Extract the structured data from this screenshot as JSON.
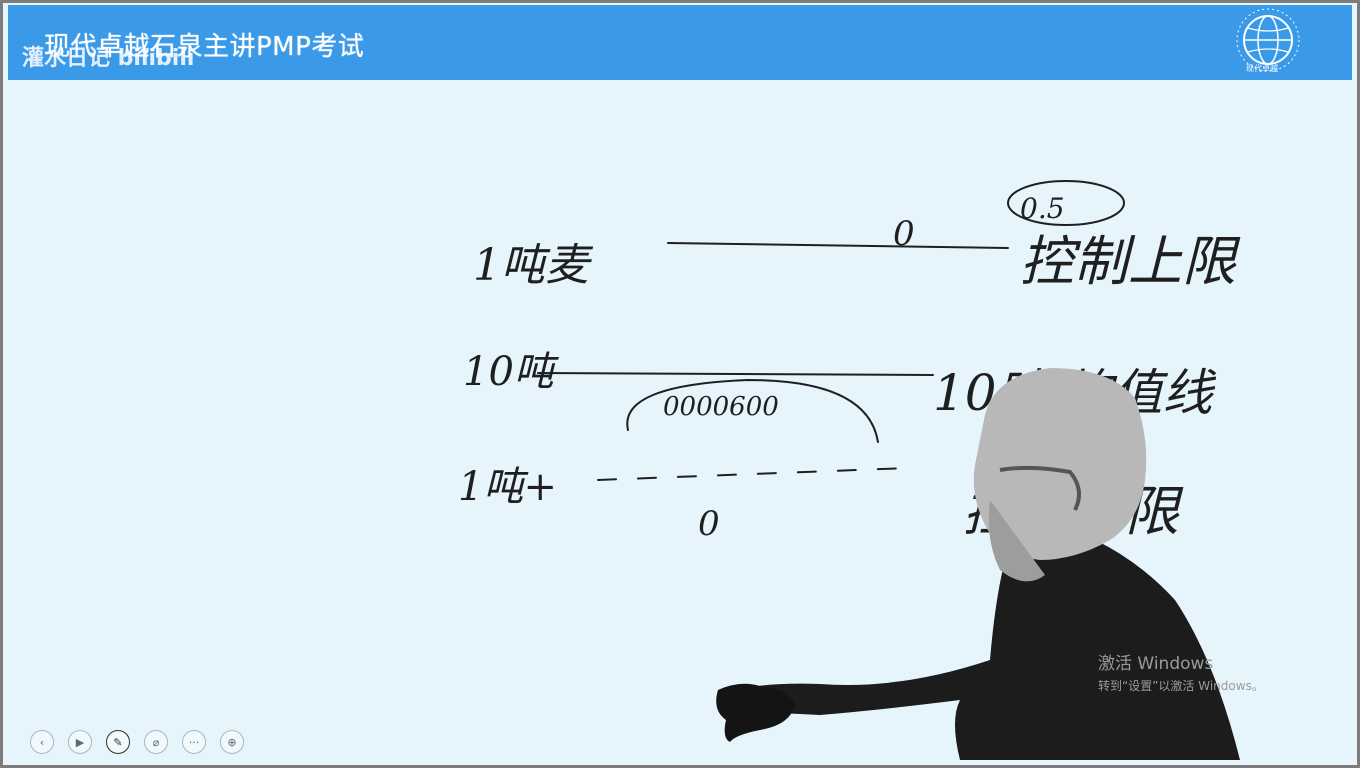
{
  "slide": {
    "title": "现代卓越石泉主讲PMP考试",
    "watermark": "灌水日记 bilibili",
    "logo_caption": "现代卓越",
    "header_color": "#3a9ae8",
    "background_color": "#e6f5fb"
  },
  "board": {
    "row1_left": "1吨麦",
    "row1_mid": "0",
    "row1_circled": "0.5",
    "row1_right": "控制上限",
    "row2_left": "10吨",
    "row2_circled": "0000600",
    "row2_right": "10吨 均值线",
    "row3_left": "1吨+",
    "row3_mid": "0",
    "row3_right": "控制下限"
  },
  "os_notice": {
    "line1": "激活 Windows",
    "line2": "转到“设置”以激活 Windows。"
  },
  "toolbar": [
    {
      "icon": "back-icon",
      "glyph": "‹"
    },
    {
      "icon": "play-icon",
      "glyph": "▶"
    },
    {
      "icon": "pen-icon",
      "glyph": "✎"
    },
    {
      "icon": "eraser-icon",
      "glyph": "⌀"
    },
    {
      "icon": "more-icon",
      "glyph": "···"
    },
    {
      "icon": "zoom-icon",
      "glyph": "⊕"
    }
  ]
}
